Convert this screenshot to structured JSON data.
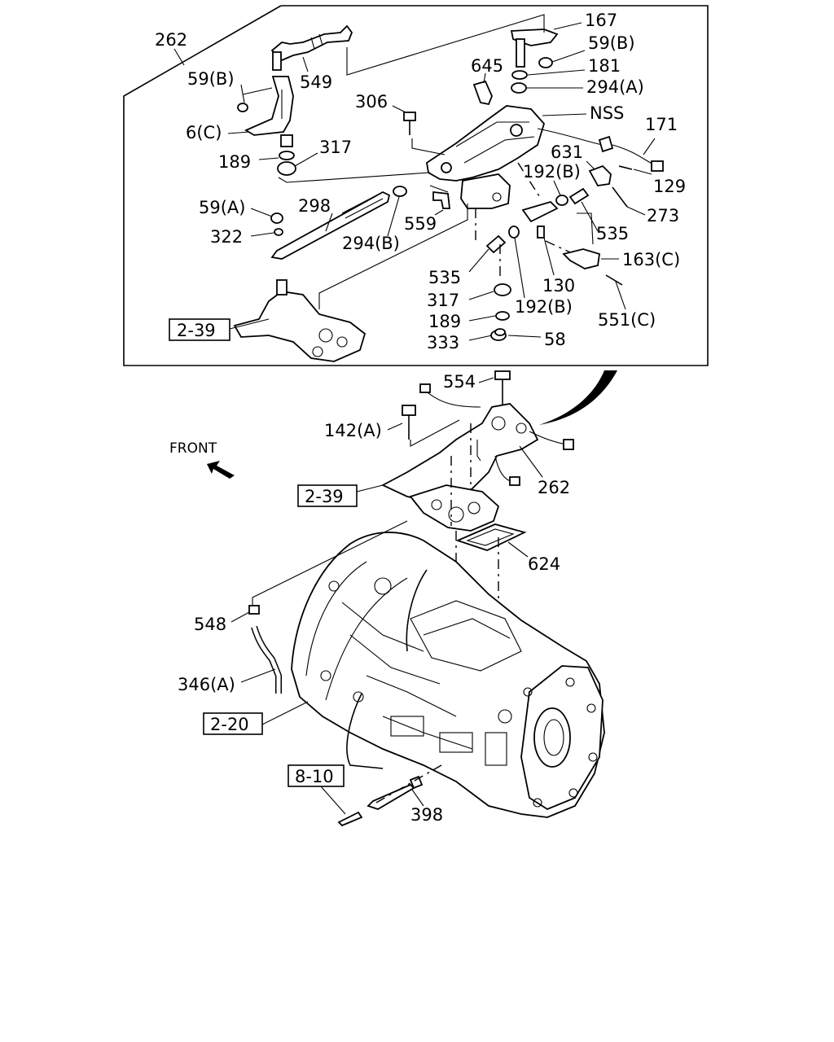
{
  "diagram": {
    "labels": {
      "p262_top": "262",
      "p167": "167",
      "p59b_r": "59(B)",
      "p181": "181",
      "p294a": "294(A)",
      "p645": "645",
      "p59b_l": "59(B)",
      "p549": "549",
      "p306": "306",
      "pNSS": "NSS",
      "p171": "171",
      "p6c": "6(C)",
      "p631": "631",
      "p192b_u": "192(B)",
      "p189_u": "189",
      "p317_u": "317",
      "p129": "129",
      "p59a": "59(A)",
      "p298": "298",
      "p559": "559",
      "p273": "273",
      "p322": "322",
      "p294b": "294(B)",
      "p535_r": "535",
      "p163c": "163(C)",
      "p535_l": "535",
      "p130": "130",
      "p317_l": "317",
      "p192b_l": "192(B)",
      "p189_l": "189",
      "p551c": "551(C)",
      "p333": "333",
      "p58": "58",
      "p554": "554",
      "p142a": "142(A)",
      "front": "FRONT",
      "p262_low": "262",
      "p624": "624",
      "p548": "548",
      "p346a": "346(A)",
      "p398": "398"
    },
    "refs": {
      "r239_top": "2-39",
      "r239_low": "2-39",
      "r220": "2-20",
      "r810": "8-10"
    }
  }
}
